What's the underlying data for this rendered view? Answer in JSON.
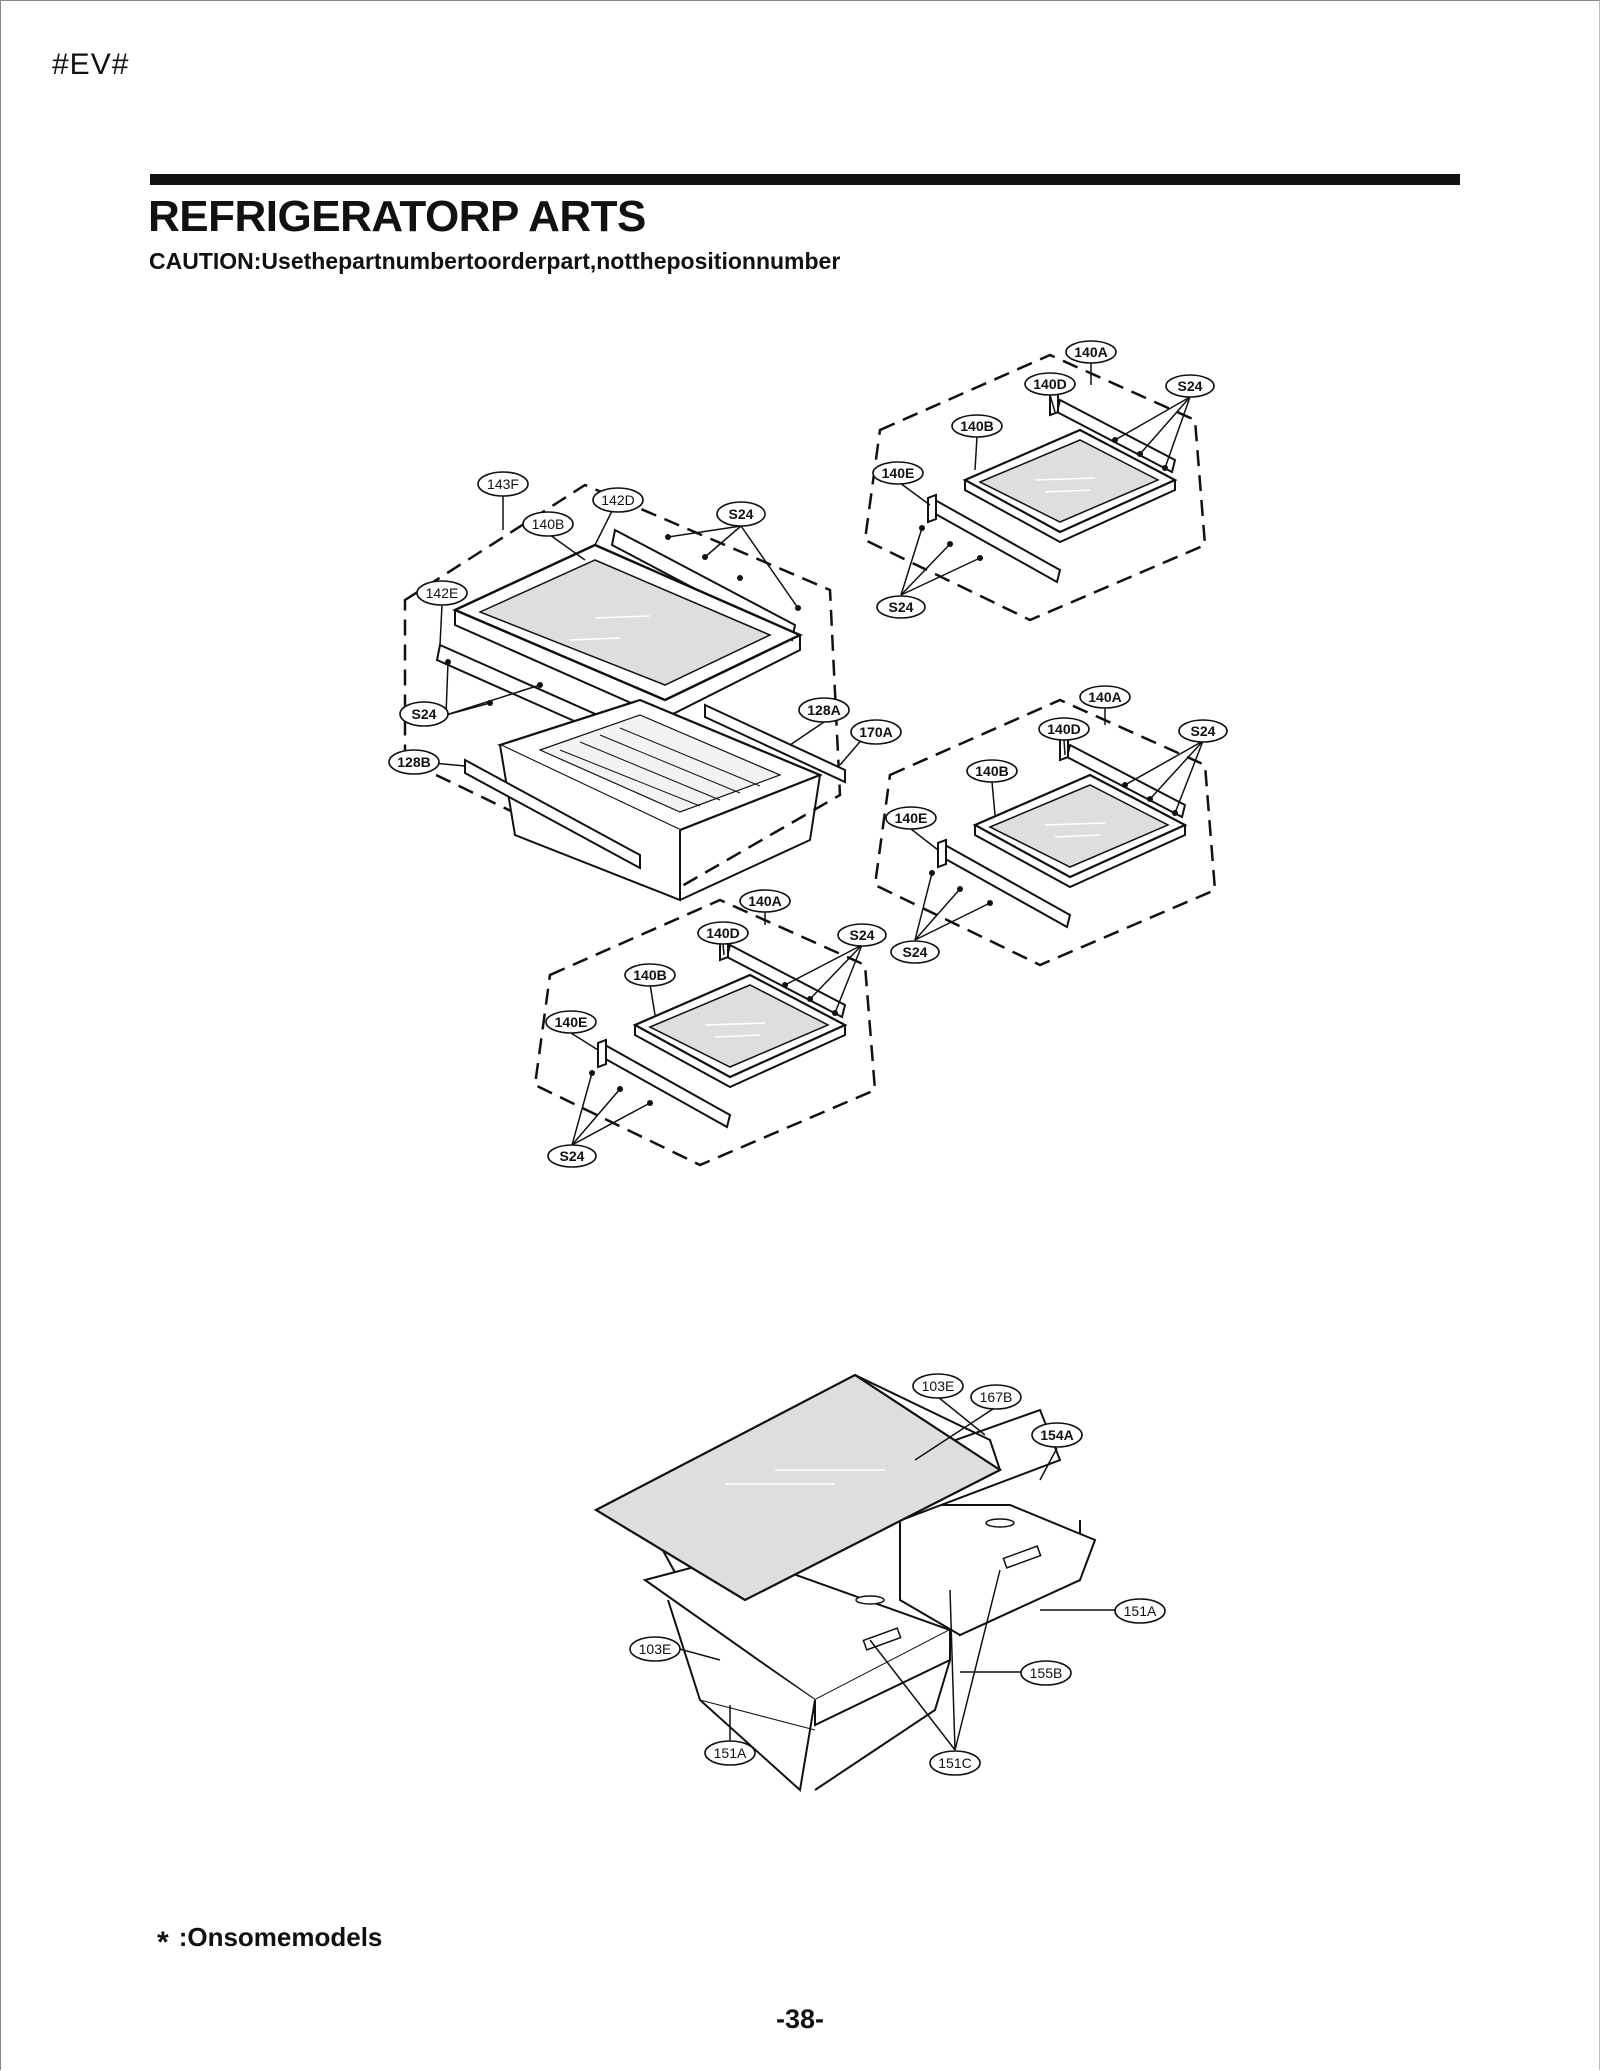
{
  "header": {
    "mark": "#EV#",
    "title": "REFRIGERATORP ARTS",
    "caution": "CAUTION:Usethepartnumbertoorderpart,notthepositionnumber"
  },
  "callouts": {
    "c143F": "143F",
    "c142D": "142D",
    "c140B_main": "140B",
    "cS24_main_top": "S24",
    "c142E": "142E",
    "cS24_main_left": "S24",
    "c128A": "128A",
    "c170A": "170A",
    "c128B": "128B",
    "c140A_tr": "140A",
    "c140D_tr": "140D",
    "cS24_tr_top": "S24",
    "c140B_tr": "140B",
    "c140E_tr": "140E",
    "cS24_tr_bot": "S24",
    "c140A_mr": "140A",
    "c140D_mr": "140D",
    "cS24_mr_top": "S24",
    "c140B_mr": "140B",
    "c140E_mr": "140E",
    "cS24_mr_bot": "S24",
    "c140A_bl": "140A",
    "c140D_bl": "140D",
    "cS24_bl_top": "S24",
    "c140B_bl": "140B",
    "c140E_bl": "140E",
    "cS24_bl_bot": "S24",
    "c103E_top": "103E",
    "c167B": "167B",
    "c154A": "154A",
    "c151A_right": "151A",
    "c103E_left": "103E",
    "c155B": "155B",
    "c151A_left": "151A",
    "c151C": "151C"
  },
  "footer": {
    "star": "*",
    "note": ":Onsomemodels",
    "page_number": "-38-"
  }
}
